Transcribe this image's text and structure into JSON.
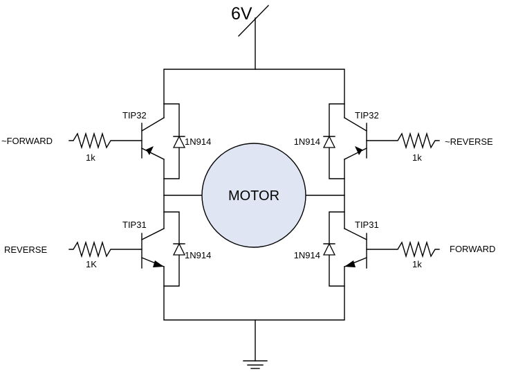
{
  "supply": {
    "label": "6V"
  },
  "motor": {
    "label": "MOTOR",
    "fill": "#dfe5f2"
  },
  "transistors": {
    "top_left": "TIP32",
    "top_right": "TIP32",
    "bottom_left": "TIP31",
    "bottom_right": "TIP31"
  },
  "diodes": {
    "top_left": "1N914",
    "top_right": "1N914",
    "bottom_left": "1N914",
    "bottom_right": "1N914"
  },
  "resistors": {
    "top_left": "1k",
    "top_right": "1k",
    "bottom_left": "1K",
    "bottom_right": "1k"
  },
  "inputs": {
    "top_left": "~FORWARD",
    "top_right": "~REVERSE",
    "bottom_left": "REVERSE",
    "bottom_right": "FORWARD"
  }
}
